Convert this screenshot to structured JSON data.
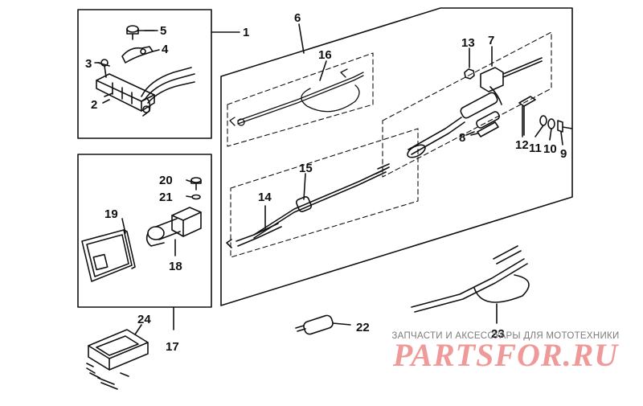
{
  "part_labels": [
    "1",
    "2",
    "3",
    "4",
    "5",
    "6",
    "7",
    "8",
    "9",
    "10",
    "11",
    "12",
    "13",
    "14",
    "15",
    "16",
    "17",
    "18",
    "19",
    "20",
    "21",
    "22",
    "23",
    "24"
  ],
  "watermark": {
    "tagline": "ЗАПЧАСТИ И АКСЕССУАРЫ ДЛЯ МОТОТЕХНИКИ",
    "logo": "PARTSFOR.RU"
  },
  "colors": {
    "line": "#111111",
    "watermark_logo": "#e04646",
    "watermark_text": "#7a7a7a"
  }
}
